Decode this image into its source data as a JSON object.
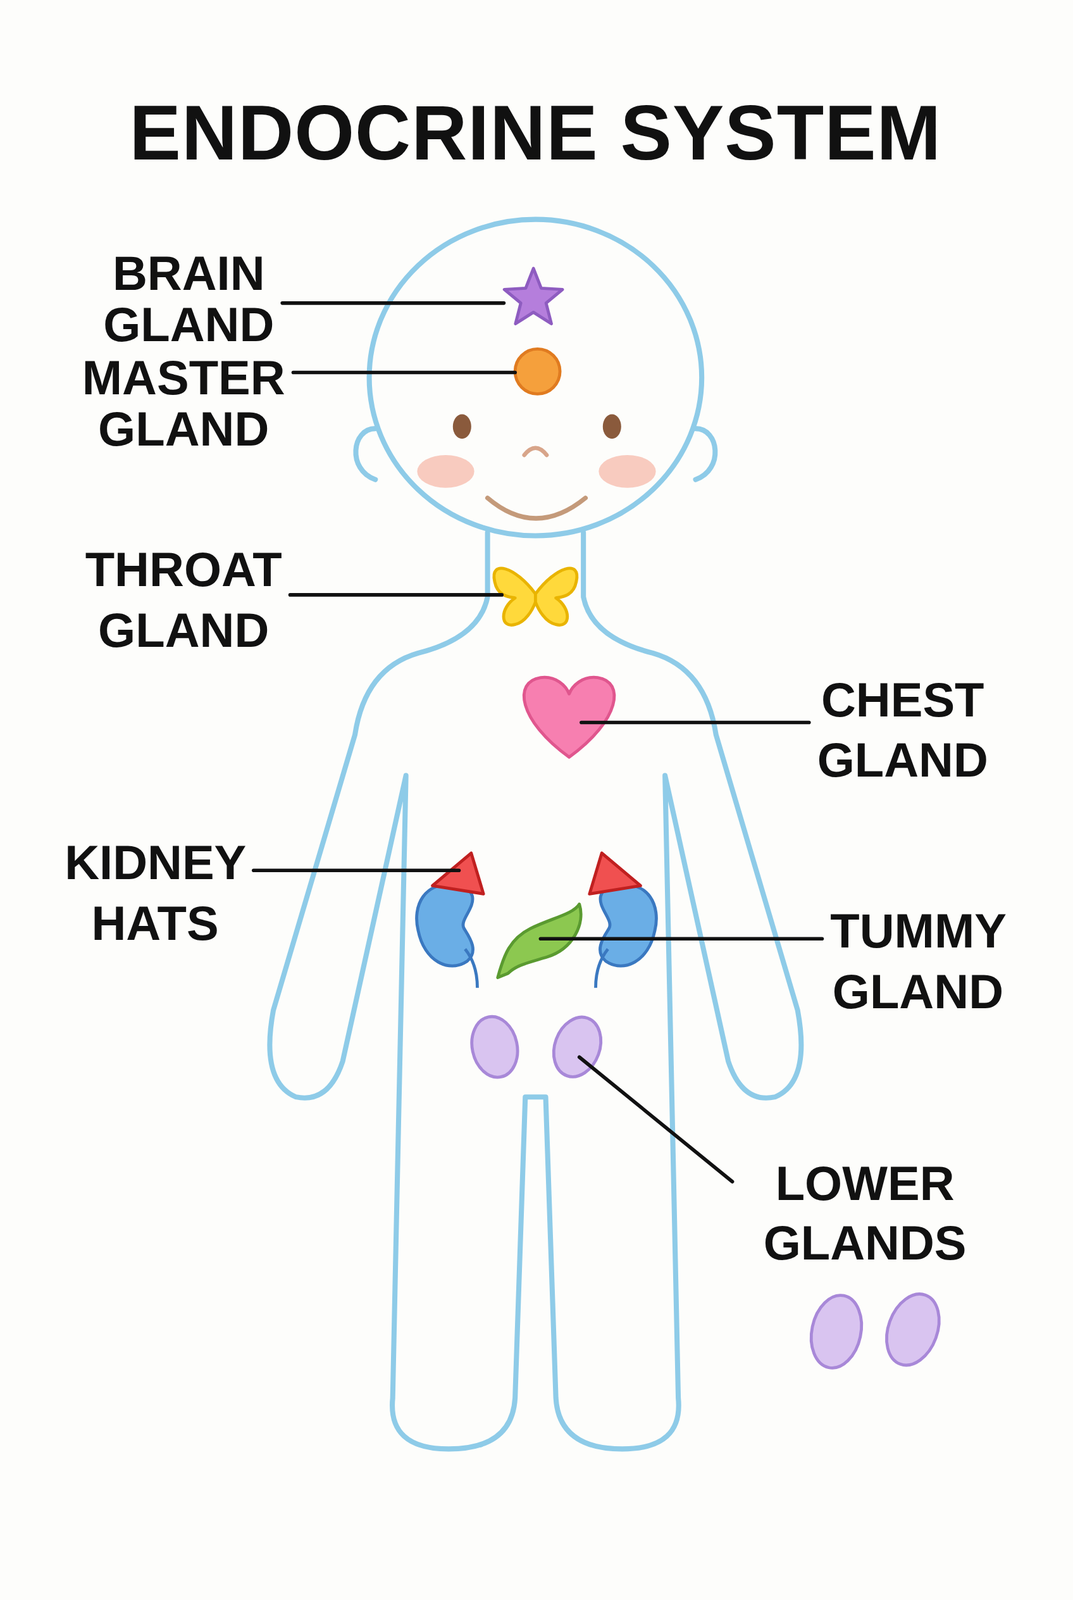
{
  "diagram": {
    "title": "ENDOCRINE SYSTEM",
    "labels": [
      "BRAIN GLAND",
      "MASTER GLAND",
      "THROAT GLAND",
      "CHEST GLAND",
      "KIDNEY HATS",
      "TUMMY GLAND",
      "LOWER GLANDS"
    ]
  }
}
